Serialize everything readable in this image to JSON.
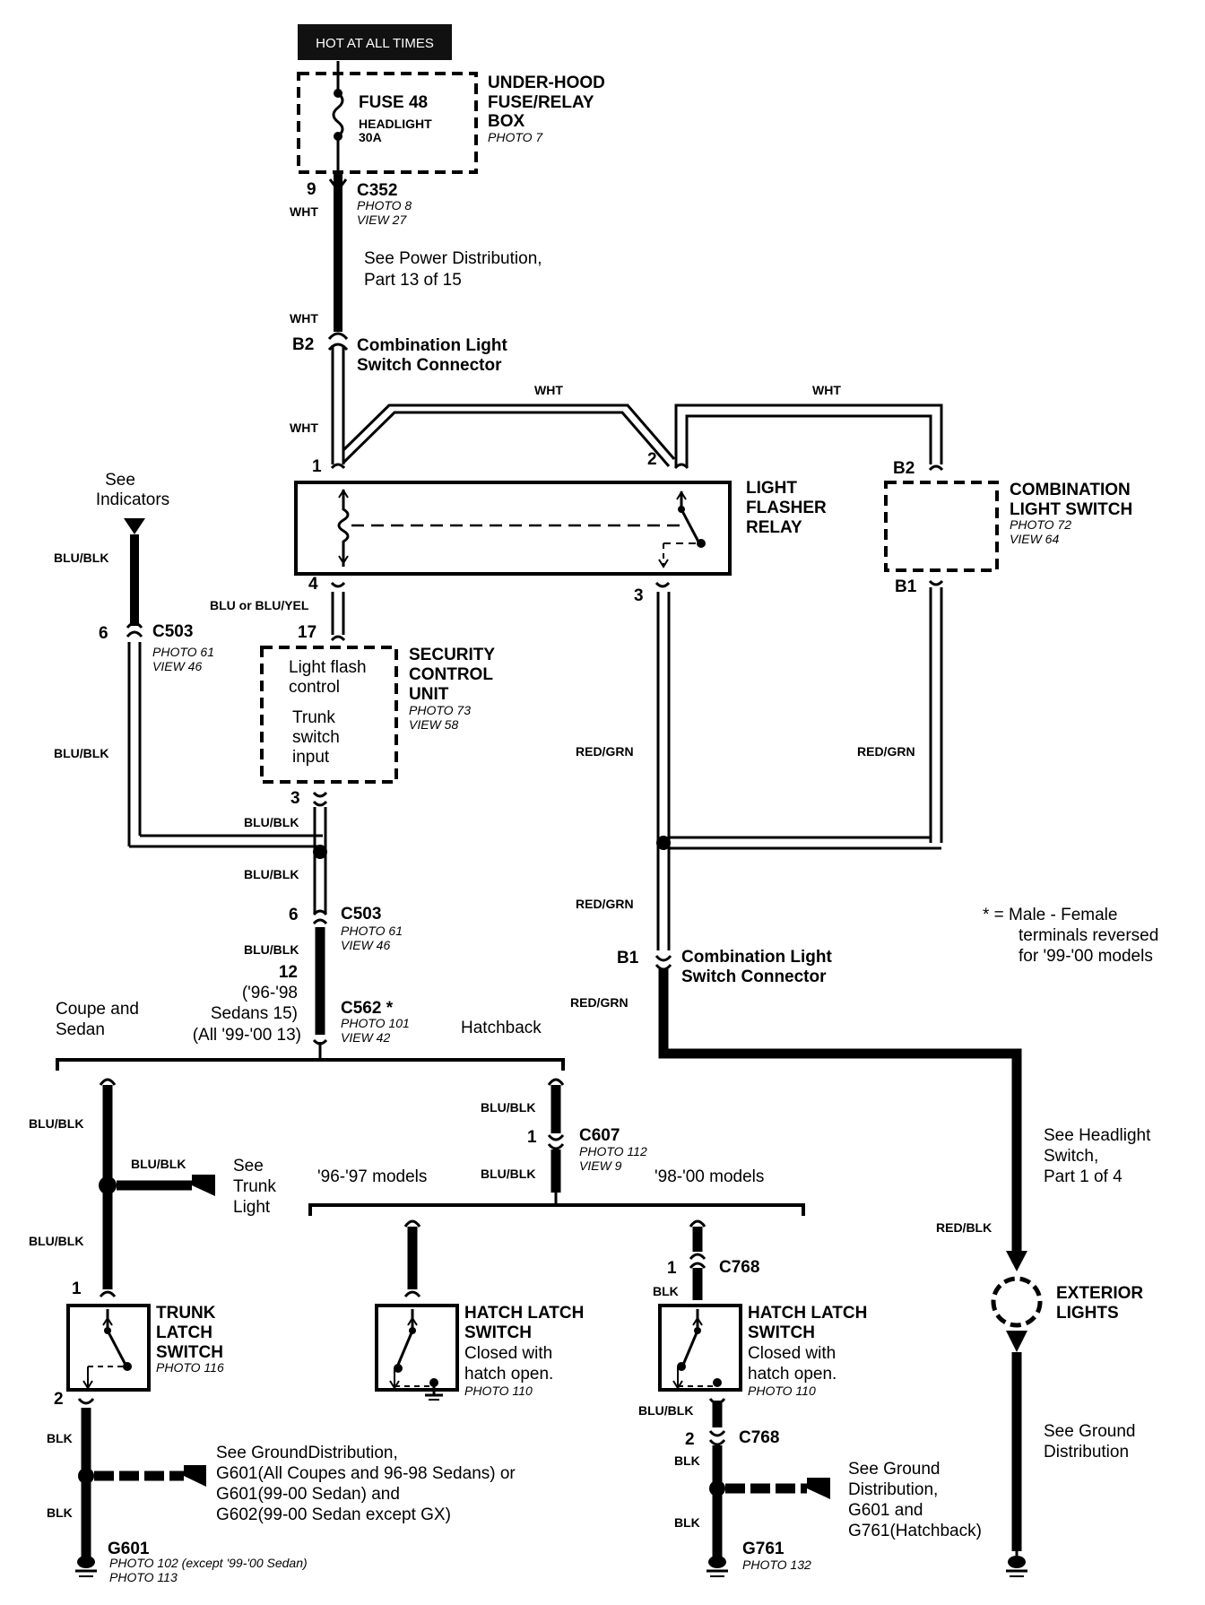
{
  "header": {
    "hot_label": "HOT AT ALL TIMES"
  },
  "fuse_box": {
    "fuse": "FUSE 48",
    "fuse_name": "HEADLIGHT",
    "rating": "30A",
    "name_l1": "UNDER-HOOD",
    "name_l2": "FUSE/RELAY",
    "name_l3": "BOX",
    "photo": "PHOTO 7"
  },
  "c352": {
    "pin": "9",
    "name": "C352",
    "photo": "PHOTO 8",
    "view": "VIEW 27"
  },
  "power_note": {
    "l1": "See Power Distribution,",
    "l2": "Part 13 of 15"
  },
  "comb_conn_top": {
    "pin": "B2",
    "l1": "Combination Light",
    "l2": "Switch Connector"
  },
  "relay": {
    "l1": "LIGHT",
    "l2": "FLASHER",
    "l3": "RELAY",
    "pin1": "1",
    "pin2": "2",
    "pin3": "3",
    "pin4": "4"
  },
  "comb_switch": {
    "l1": "COMBINATION",
    "l2": "LIGHT SWITCH",
    "photo": "PHOTO 72",
    "view": "VIEW 64",
    "pin_b2": "B2",
    "pin_b1": "B1"
  },
  "indicators": {
    "l1": "See",
    "l2": "Indicators"
  },
  "c503_left": {
    "pin": "6",
    "name": "C503",
    "photo": "PHOTO 61",
    "view": "VIEW 46"
  },
  "security": {
    "pin_in": "17",
    "pin_out": "3",
    "l1": "SECURITY",
    "l2": "CONTROL",
    "l3": "UNIT",
    "photo": "PHOTO 73",
    "view": "VIEW 58",
    "inner1": "Light flash",
    "inner2": "control",
    "inner3": "Trunk",
    "inner4": "switch",
    "inner5": "input"
  },
  "wires": {
    "wht": "WHT",
    "blu_blk": "BLU/BLK",
    "blu_or": "BLU or BLU/YEL",
    "red_grn": "RED/GRN",
    "red_blk": "RED/BLK",
    "blk": "BLK"
  },
  "c503_center": {
    "pin": "6",
    "name": "C503",
    "photo": "PHOTO 61",
    "view": "VIEW 46"
  },
  "c562": {
    "pin12": "12",
    "l1": "('96-'98",
    "l2": "Sedans 15)",
    "l3": "(All '99-'00 13)",
    "name": "C562 *",
    "photo": "PHOTO 101",
    "view": "VIEW 42"
  },
  "note_star": {
    "l1": "* = Male - Female",
    "l2": "terminals reversed",
    "l3": "for '99-'00 models"
  },
  "comb_conn_bottom": {
    "pin": "B1",
    "l1": "Combination Light",
    "l2": "Switch Connector"
  },
  "branches": {
    "coupe1": "Coupe and",
    "coupe2": "Sedan",
    "hatchback": "Hatchback",
    "m9697": "'96-'97 models",
    "m9800": "'98-'00 models"
  },
  "c607": {
    "pin": "1",
    "name": "C607",
    "photo": "PHOTO 112",
    "view": "VIEW 9"
  },
  "trunk_light": {
    "l1": "See",
    "l2": "Trunk",
    "l3": "Light"
  },
  "headlight_note": {
    "l1": "See Headlight",
    "l2": "Switch,",
    "l3": "Part 1 of 4"
  },
  "trunk_switch": {
    "pin1": "1",
    "pin2": "2",
    "l1": "TRUNK",
    "l2": "LATCH",
    "l3": "SWITCH",
    "photo": "PHOTO 116"
  },
  "hatch_a": {
    "l1": "HATCH LATCH",
    "l2": "SWITCH",
    "l3": "Closed with",
    "l4": "hatch open.",
    "photo": "PHOTO 110"
  },
  "hatch_b": {
    "l1": "HATCH LATCH",
    "l2": "SWITCH",
    "l3": "Closed with",
    "l4": "hatch open.",
    "photo": "PHOTO 110"
  },
  "c768_top": {
    "pin": "1",
    "name": "C768"
  },
  "c768_bot": {
    "pin": "2",
    "name": "C768"
  },
  "exterior": {
    "l1": "EXTERIOR",
    "l2": "LIGHTS"
  },
  "ground_note_right": {
    "l1": "See Ground",
    "l2": "Distribution"
  },
  "ground_note_left": {
    "l1": "See GroundDistribution,",
    "l2": "G601(All Coupes and 96-98 Sedans) or",
    "l3": "G601(99-00 Sedan) and",
    "l4": "G602(99-00 Sedan except GX)"
  },
  "ground_note_hatch": {
    "l1": "See Ground",
    "l2": "Distribution,",
    "l3": "G601 and",
    "l4": "G761(Hatchback)"
  },
  "g601": {
    "name": "G601",
    "p1": "PHOTO 102 (except '99-'00 Sedan)",
    "p2": "PHOTO 113"
  },
  "g761": {
    "name": "G761",
    "photo": "PHOTO 132"
  }
}
